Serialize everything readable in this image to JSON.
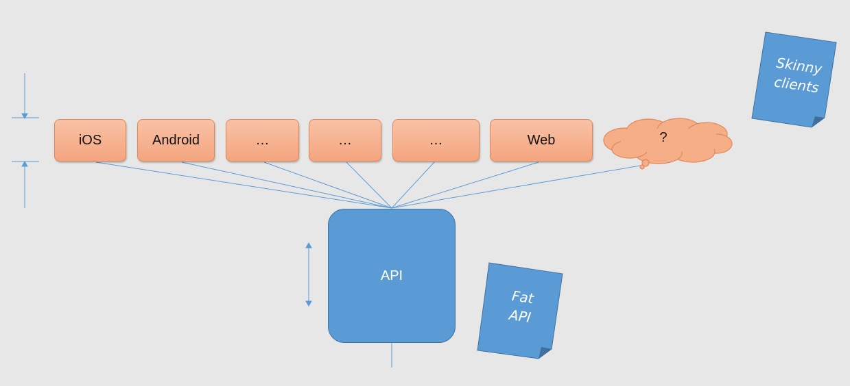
{
  "diagram": {
    "clients": [
      {
        "label": "iOS"
      },
      {
        "label": "Android"
      },
      {
        "label": "…"
      },
      {
        "label": "…"
      },
      {
        "label": "…"
      },
      {
        "label": "Web"
      }
    ],
    "unknown_client": {
      "label": "?"
    },
    "api": {
      "label": "API"
    },
    "notes": {
      "skinny_clients": "Skinny\nclients",
      "fat_api": "Fat\nAPI"
    },
    "colors": {
      "background": "#e7e7e7",
      "client_fill": "#f4a57f",
      "client_border": "#e0875a",
      "api_fill": "#5b9bd5",
      "connector": "#5b9bd5"
    },
    "icons": [
      "double-arrow-icon",
      "cloud-icon",
      "note-icon"
    ]
  }
}
